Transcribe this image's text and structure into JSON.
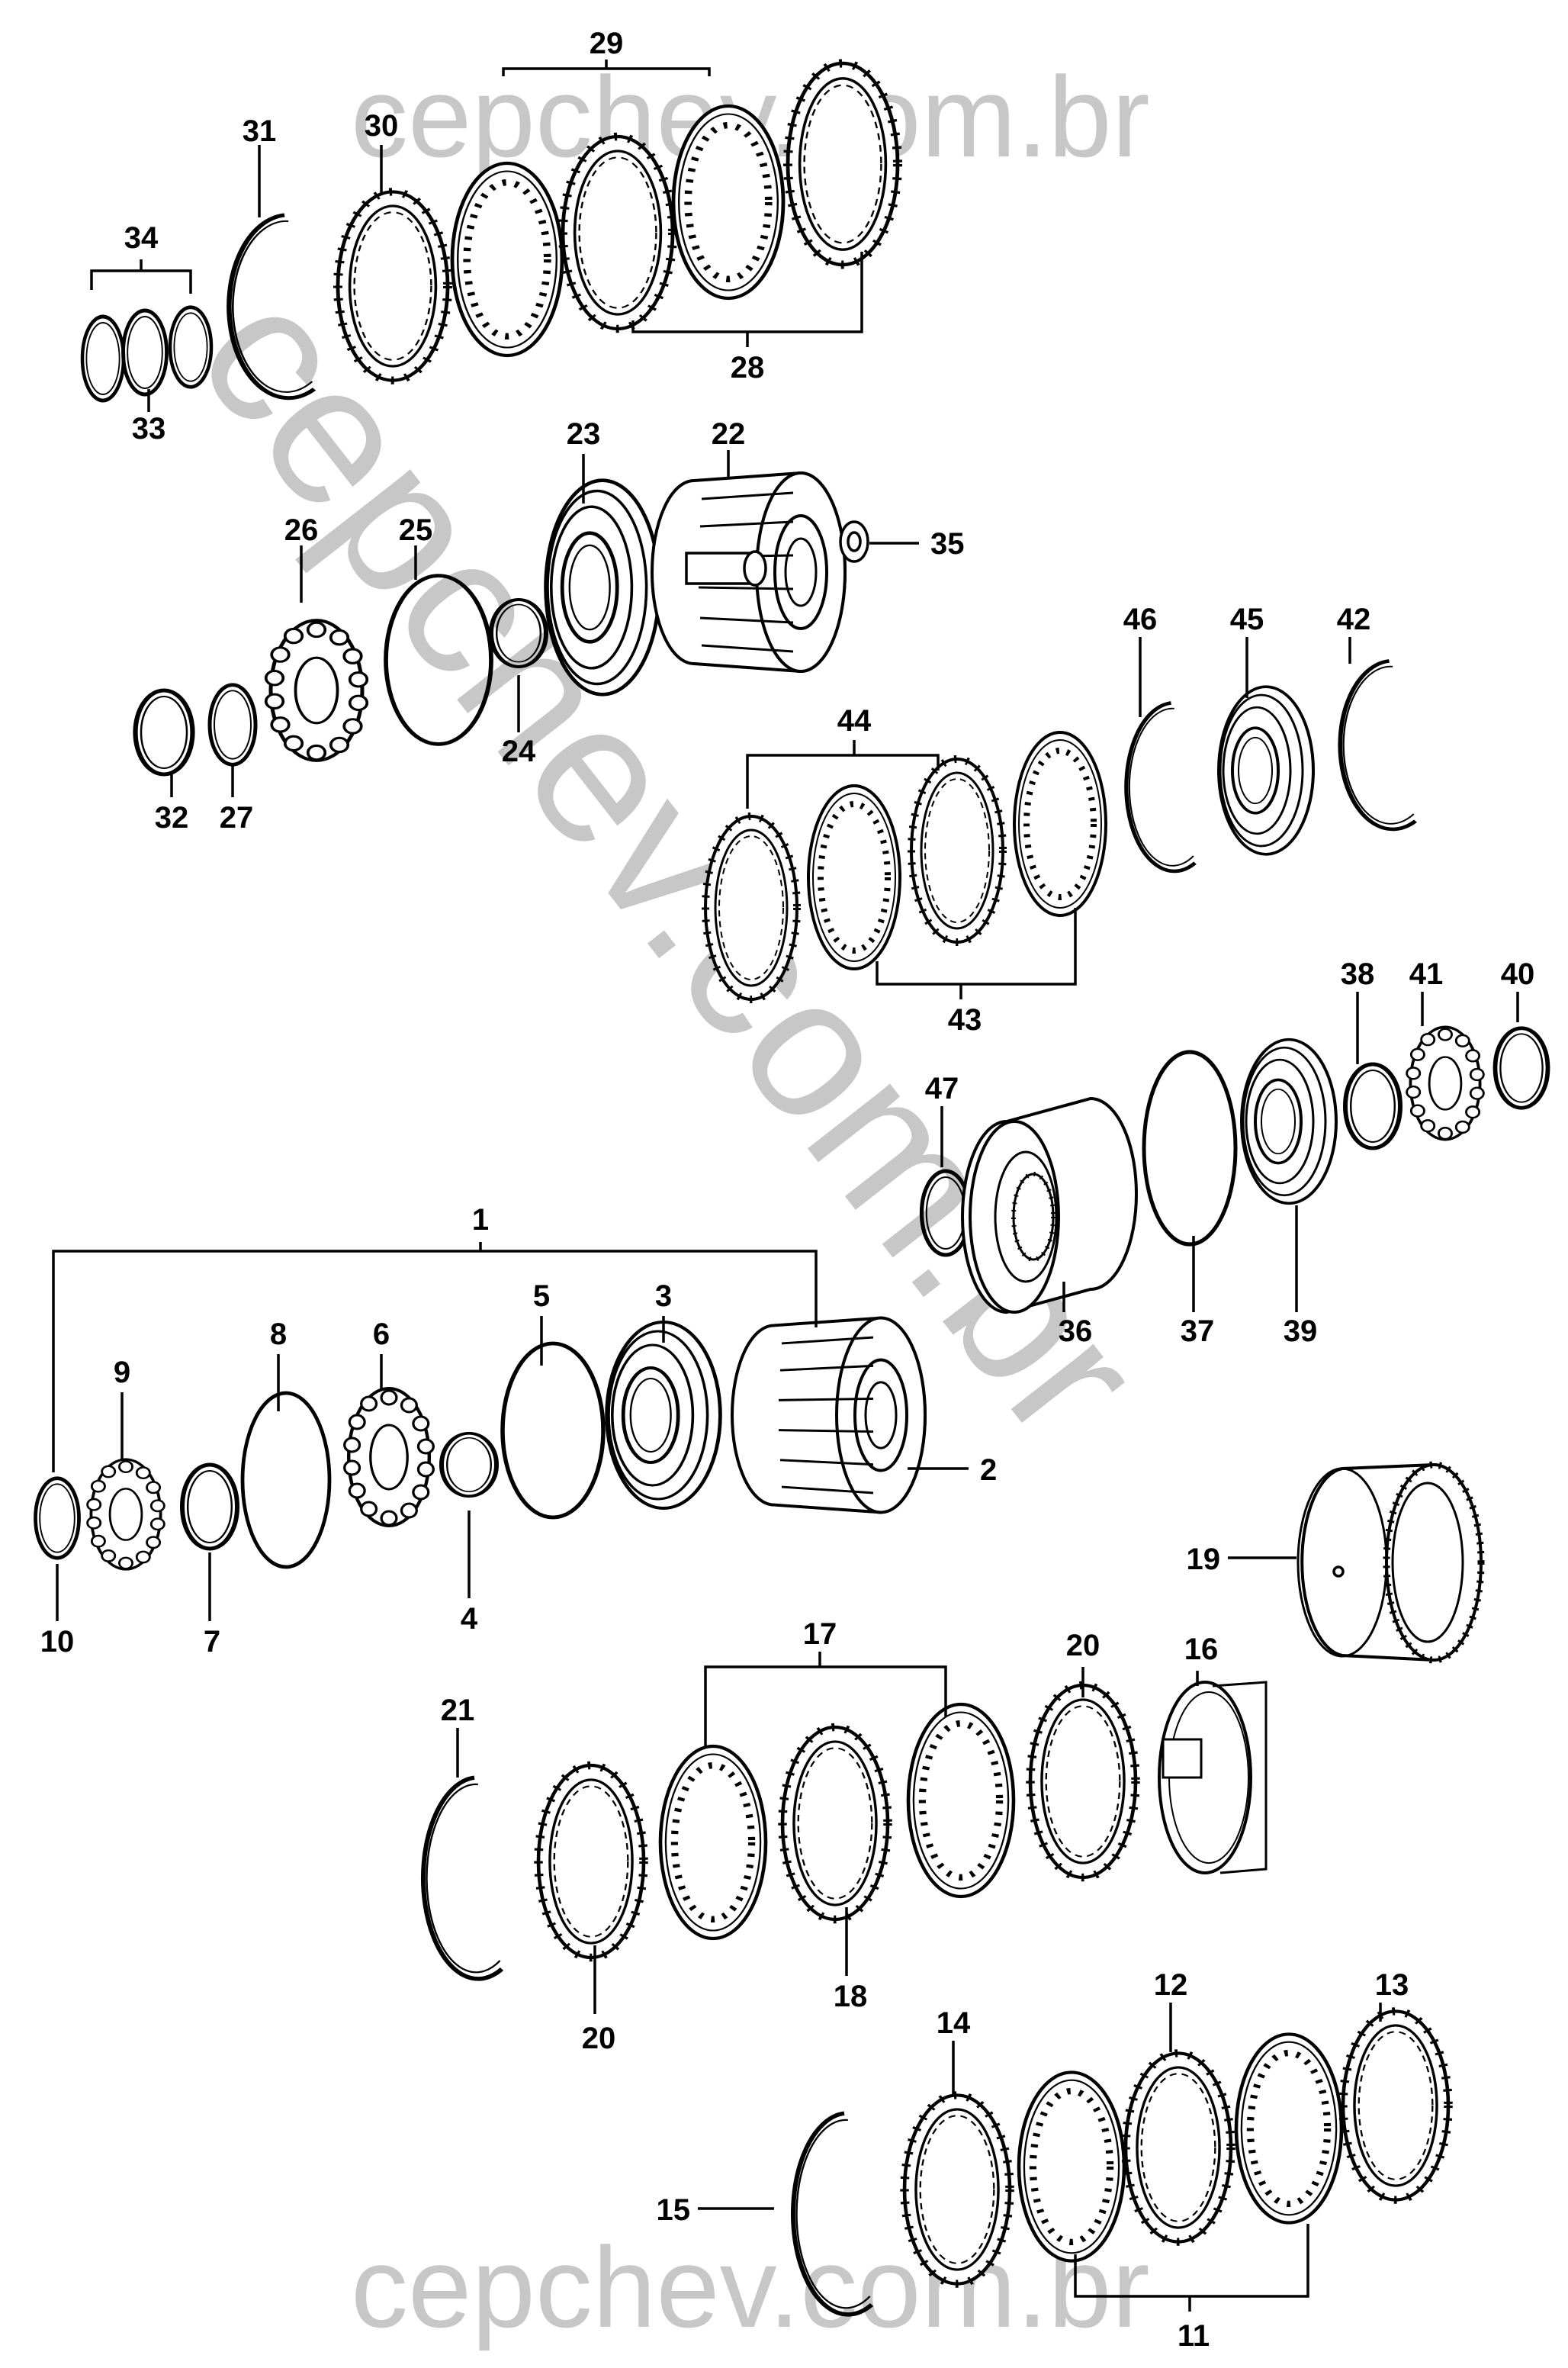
{
  "watermarks": {
    "top": "cepchev.com.br",
    "bottom": "cepchev.com.br",
    "diagonal": "cepchev.com.br"
  },
  "callouts": {
    "c1": "1",
    "c2": "2",
    "c3": "3",
    "c4": "4",
    "c5": "5",
    "c6": "6",
    "c7": "7",
    "c8": "8",
    "c9": "9",
    "c10": "10",
    "c11": "11",
    "c12": "12",
    "c13": "13",
    "c14": "14",
    "c15": "15",
    "c16": "16",
    "c17": "17",
    "c18": "18",
    "c19": "19",
    "c20a": "20",
    "c20b": "20",
    "c21": "21",
    "c22": "22",
    "c23": "23",
    "c24": "24",
    "c25": "25",
    "c26": "26",
    "c27": "27",
    "c28": "28",
    "c29": "29",
    "c30": "30",
    "c31": "31",
    "c32": "32",
    "c33": "33",
    "c34": "34",
    "c35": "35",
    "c36": "36",
    "c37": "37",
    "c38": "38",
    "c39": "39",
    "c40": "40",
    "c41": "41",
    "c42": "42",
    "c43": "43",
    "c44": "44",
    "c45": "45",
    "c46": "46",
    "c47": "47"
  }
}
